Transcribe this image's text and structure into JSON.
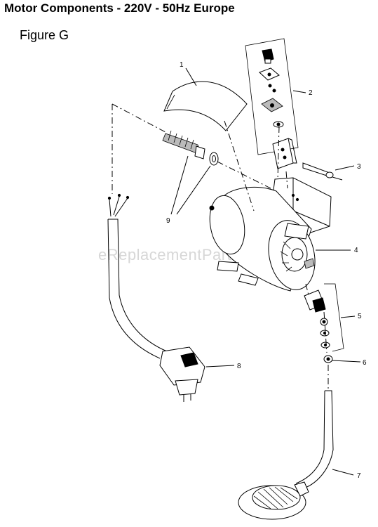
{
  "header": {
    "title": "Motor Components - 220V - 50Hz Europe",
    "figure_label": "Figure G"
  },
  "watermark": "eReplacementParts.com",
  "callouts": [
    "1",
    "2",
    "3",
    "4",
    "5",
    "6",
    "7",
    "8",
    "9"
  ]
}
